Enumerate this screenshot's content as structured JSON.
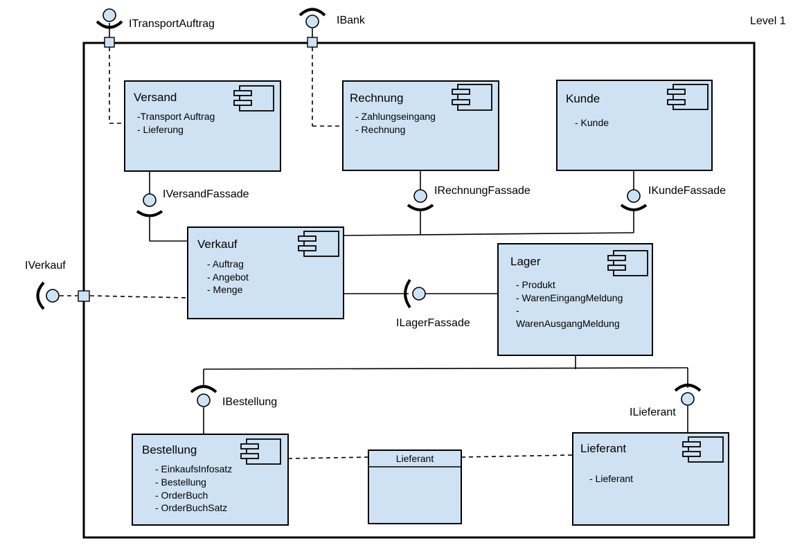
{
  "level_label": "Level 1",
  "components": {
    "versand": {
      "title": "Versand",
      "attrs": [
        "-Transport Auftrag",
        "- Lieferung"
      ]
    },
    "rechnung": {
      "title": "Rechnung",
      "attrs": [
        "- Zahlungseingang",
        "- Rechnung"
      ]
    },
    "kunde": {
      "title": "Kunde",
      "attrs": [
        "- Kunde"
      ]
    },
    "verkauf": {
      "title": "Verkauf",
      "attrs": [
        "- Auftrag",
        "- Angebot",
        "- Menge"
      ]
    },
    "lager": {
      "title": "Lager",
      "attrs": [
        "- Produkt",
        "- WarenEingangMeldung",
        "-",
        "WarenAusgangMeldung"
      ]
    },
    "bestellung": {
      "title": "Bestellung",
      "attrs": [
        "- EinkaufsInfosatz",
        "- Bestellung",
        "- OrderBuch",
        "- OrderBuchSatz"
      ]
    },
    "lieferant": {
      "title": "Lieferant",
      "attrs": [
        "- Lieferant"
      ]
    }
  },
  "class_box": {
    "title": "Lieferant"
  },
  "interfaces": {
    "itransport": "ITransportAuftrag",
    "ibank": "IBank",
    "iverkauf": "IVerkauf",
    "iversandfassade": "IVersandFassade",
    "irechnungfassade": "IRechnungFassade",
    "ikundefassade": "IKundeFassade",
    "ilagerfassade": "ILagerFassade",
    "ibestellung": "IBestellung",
    "ilieferant": "ILieferant"
  },
  "colors": {
    "component_fill": "#cfe2f3",
    "stroke": "#000000"
  }
}
